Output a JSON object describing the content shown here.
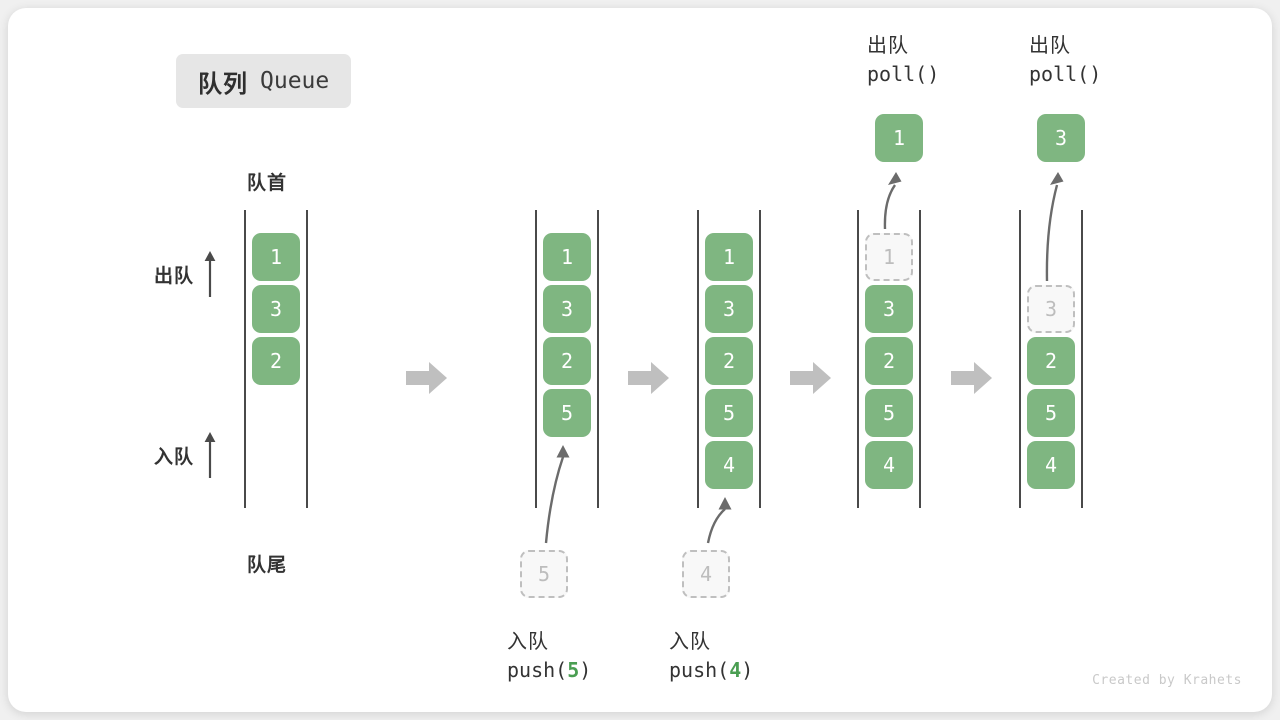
{
  "title": {
    "cn": "队列",
    "en": "Queue"
  },
  "labels": {
    "head": "队首",
    "tail": "队尾",
    "dequeue": "出队",
    "enqueue": "入队"
  },
  "colors": {
    "cell_fill": "#7fb681",
    "cell_text": "#ffffff",
    "ghost_border": "#bfbfbf",
    "ghost_text": "#bdbdbd",
    "rail": "#4a4a4a",
    "arrow_gray": "#bfbfbf",
    "curve_arrow": "#6b6b6b",
    "accent_green": "#4a9e52",
    "badge_bg": "#e6e6e6",
    "card_bg": "#ffffff"
  },
  "steps": [
    {
      "id": "initial",
      "cells": [
        {
          "value": "1",
          "state": "solid"
        },
        {
          "value": "3",
          "state": "solid"
        },
        {
          "value": "2",
          "state": "solid"
        }
      ],
      "incoming": null,
      "outgoing": null,
      "caption_bottom": null,
      "caption_top": null
    },
    {
      "id": "push-5",
      "cells": [
        {
          "value": "1",
          "state": "solid"
        },
        {
          "value": "3",
          "state": "solid"
        },
        {
          "value": "2",
          "state": "solid"
        },
        {
          "value": "5",
          "state": "solid"
        }
      ],
      "incoming": {
        "value": "5",
        "state": "ghost"
      },
      "outgoing": null,
      "caption_bottom": {
        "cn": "入队",
        "code_prefix": "push(",
        "code_num": "5",
        "code_suffix": ")"
      },
      "caption_top": null
    },
    {
      "id": "push-4",
      "cells": [
        {
          "value": "1",
          "state": "solid"
        },
        {
          "value": "3",
          "state": "solid"
        },
        {
          "value": "2",
          "state": "solid"
        },
        {
          "value": "5",
          "state": "solid"
        },
        {
          "value": "4",
          "state": "solid"
        }
      ],
      "incoming": {
        "value": "4",
        "state": "ghost"
      },
      "outgoing": null,
      "caption_bottom": {
        "cn": "入队",
        "code_prefix": "push(",
        "code_num": "4",
        "code_suffix": ")"
      },
      "caption_top": null
    },
    {
      "id": "poll-1",
      "cells": [
        {
          "value": "1",
          "state": "ghost"
        },
        {
          "value": "3",
          "state": "solid"
        },
        {
          "value": "2",
          "state": "solid"
        },
        {
          "value": "5",
          "state": "solid"
        },
        {
          "value": "4",
          "state": "solid"
        }
      ],
      "incoming": null,
      "outgoing": {
        "value": "1",
        "state": "solid"
      },
      "caption_bottom": null,
      "caption_top": {
        "cn": "出队",
        "code_prefix": "poll(",
        "code_num": "",
        "code_suffix": ")"
      }
    },
    {
      "id": "poll-3",
      "cells": [
        {
          "value": "",
          "state": "empty"
        },
        {
          "value": "3",
          "state": "ghost"
        },
        {
          "value": "2",
          "state": "solid"
        },
        {
          "value": "5",
          "state": "solid"
        },
        {
          "value": "4",
          "state": "solid"
        }
      ],
      "incoming": null,
      "outgoing": {
        "value": "3",
        "state": "solid"
      },
      "caption_bottom": null,
      "caption_top": {
        "cn": "出队",
        "code_prefix": "poll(",
        "code_num": "",
        "code_suffix": ")"
      }
    }
  ],
  "transition_arrows": 4,
  "footer": "Created by Krahets"
}
